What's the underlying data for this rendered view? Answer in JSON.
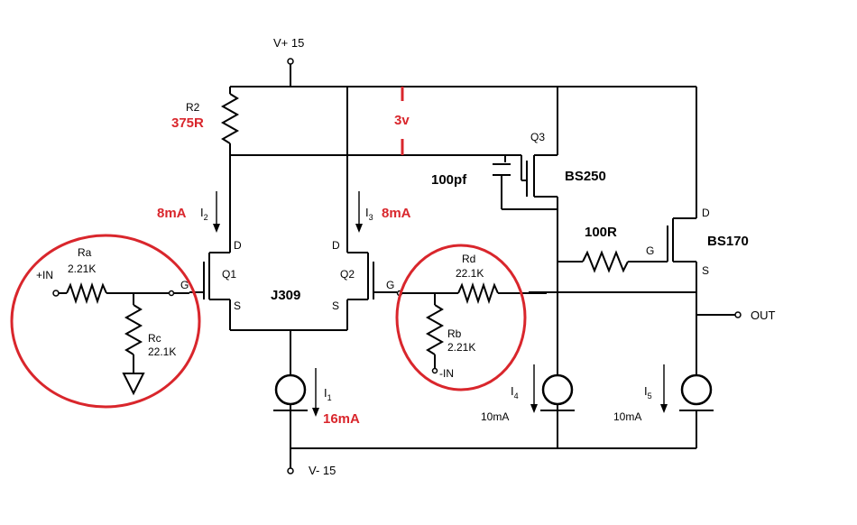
{
  "supply": {
    "vpos": "V+ 15",
    "vneg": "V- 15"
  },
  "resistors": {
    "r2_name": "R2",
    "r2_value": "375R",
    "ra_name": "Ra",
    "ra_value": "2.21K",
    "rc_name": "Rc",
    "rc_value": "22.1K",
    "rd_name": "Rd",
    "rd_value": "22.1K",
    "rb_name": "Rb",
    "rb_value": "2.21K",
    "r_gate_value": "100R"
  },
  "transistors": {
    "q1": "Q1",
    "q2": "Q2",
    "q3": "Q3",
    "pair_part": "J309",
    "q3_part": "BS250",
    "q4_part": "BS170",
    "drain": "D",
    "source": "S",
    "gate": "G"
  },
  "capacitor": {
    "value": "100pf"
  },
  "currents": {
    "i1": "I",
    "i1_sub": "1",
    "i1_value": "16mA",
    "i2": "I",
    "i2_sub": "2",
    "i2_value": "8mA",
    "i3": "I",
    "i3_sub": "3",
    "i3_value": "8mA",
    "i4": "I",
    "i4_sub": "4",
    "i4_value": "10mA",
    "i5": "I",
    "i5_sub": "5",
    "i5_value": "10mA"
  },
  "annotations": {
    "voltage_drop": "3v"
  },
  "io": {
    "pos_in": "+IN",
    "neg_in": "-IN",
    "out": "OUT"
  },
  "colors": {
    "annotation": "#d9262c",
    "wire": "#000000"
  }
}
